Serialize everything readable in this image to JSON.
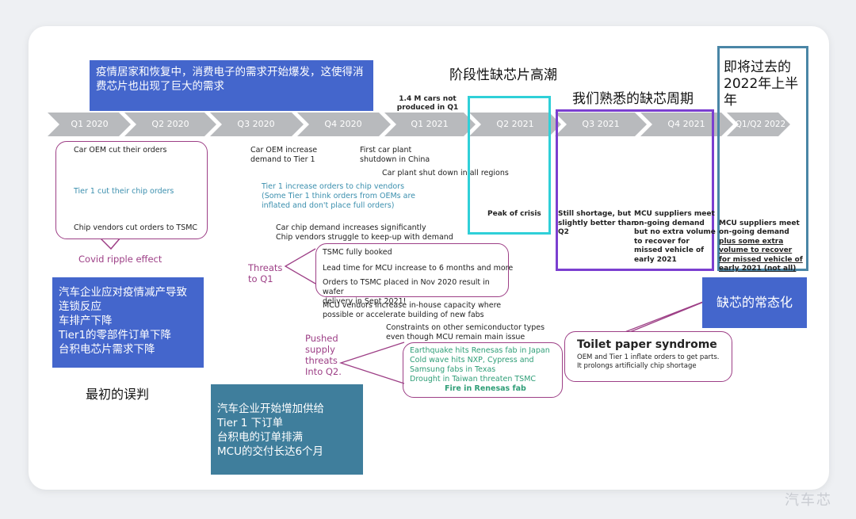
{
  "top_note": "疫情居家和恢复中，消费电子的需求开始爆发，这使得消费芯片也出现了巨大的需求",
  "stage_title": "阶段性缺芯片高潮",
  "cycle_title": "我们熟悉的缺芯周期",
  "past_title": "即将过去的2022年上半年",
  "cars_note": "1.4 M cars not produced in Q1",
  "timeline": [
    "Q1 2020",
    "Q2 2020",
    "Q3 2020",
    "Q4 2020",
    "Q1 2021",
    "Q2 2021",
    "Q3 2021",
    "Q4 2021",
    "Q1/Q2 2022"
  ],
  "q1_bubble": {
    "line1": "Car OEM cut their orders",
    "line2": "Tier 1 cut their chip orders",
    "line3": "Chip vendors cut orders to TSMC"
  },
  "covid_label": "Covid ripple effect",
  "left_box": "汽车企业应对疫情减产导致\n连锁反应\n车排产下降\nTier1的零部件订单下降\n台积电芯片需求下降",
  "misjudgment": "最初的误判",
  "q3_texts": {
    "oem_increase": "Car OEM increase\ndemand to Tier 1",
    "first_plant": "First car plant\nshutdown in China",
    "plant_all": "Car plant shut down in all regions",
    "tier1_increase": "Tier 1 increase orders to chip vendors\n(Some Tier 1 think orders from OEMs are\ninflated and don't place full orders)",
    "chip_demand": "Car chip demand increases significantly\nChip vendors struggle to keep-up with demand"
  },
  "threats_label": "Threats\nto Q1",
  "threats_bubble": {
    "line1": "TSMC fully booked",
    "line2": "Lead time for MCU increase to 6 months and more",
    "line3": "Orders to TSMC placed in Nov 2020 result in wafer\ndelivery in Sept 2021!"
  },
  "mcu_vendors": "MCU vendors increase in-house capacity where\npossible or accelerate building of new fabs",
  "constraints": "Constraints on other semiconductor types\neven though MCU remain main issue",
  "pushed_label": "Pushed\nsupply\nthreats\nInto Q2.",
  "pushed_bubble": {
    "line1": "Earthquake hits Renesas fab in Japan",
    "line2": "Cold wave hits NXP, Cypress and\nSamsung fabs in Texas",
    "line3": "Drought in Taiwan threaten TSMC",
    "line4": "Fire in Renesas fab"
  },
  "bottom_box": "汽车企业开始增加供给\nTier 1 下订单\n台积电的订单排满\nMCU的交付长达6个月",
  "peak": "Peak of crisis",
  "still_shortage": "Still shortage, but\nslightly better than\nQ2",
  "mcu_meet": "MCU suppliers meet\non-going demand\nbut no extra volume\nto recover for\nmissed vehicle of\nearly 2021",
  "mcu_meet_2022": {
    "plain": "MCU suppliers meet\non-going demand\n",
    "underlined": "plus some extra\nvolume to recover\nfor missed vehicle of\nearly 2021 (not all)"
  },
  "normal_box": "缺芯的常态化",
  "toilet": {
    "title": "Toilet paper syndrome",
    "sub": "OEM and Tier 1 inflate orders to get parts.\nIt prolongs artificially chip shortage"
  },
  "watermark": "汽车芯",
  "colors": {
    "blue": "#4466cc",
    "teal": "#3f7e9c",
    "cyan": "#2fd0d8",
    "purple": "#7b3fd0",
    "arrow": "#b6b8bc",
    "bubble": "#9d3f86"
  }
}
